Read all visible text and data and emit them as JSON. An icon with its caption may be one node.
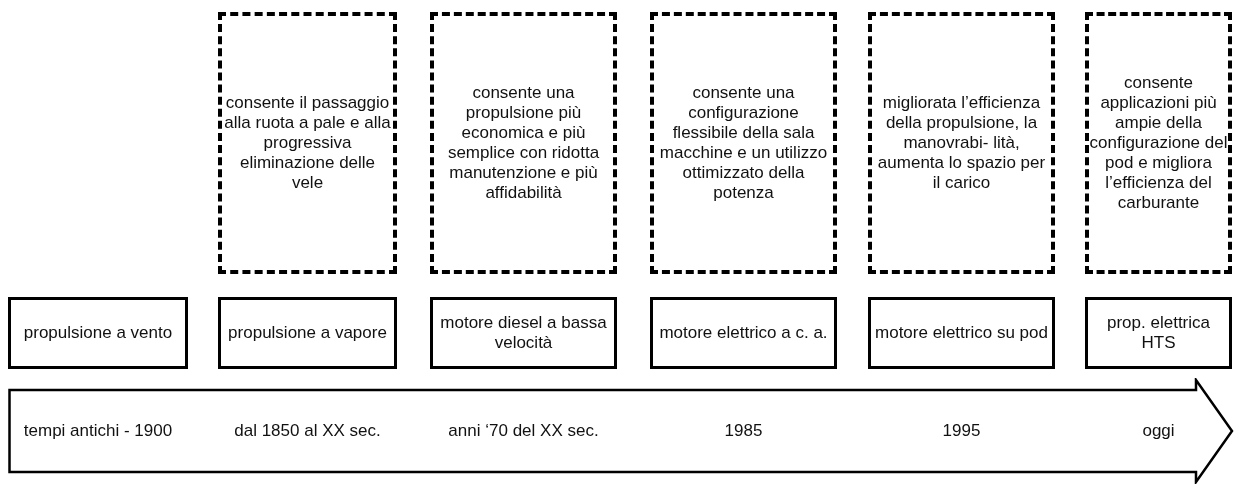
{
  "diagram": {
    "nodes": [
      {
        "text": [
          "consente il passaggio alla ruota a pale e alla progressiva eliminazione delle vele"
        ]
      },
      {
        "text": [
          "consente una propulsione più economica e più semplice con ridotta manutenzione e più affidabilità"
        ]
      },
      {
        "text": [
          "consente una configurazione flessibile della sala macchine e un utilizzo ottimizzato della potenza"
        ]
      },
      {
        "text": [
          "migliorata l’efficienza della propulsione, la manovrabi- lità, aumenta lo spazio per il carico"
        ]
      },
      {
        "text": [
          "consente applicazioni più ampie della configurazione del pod e migliora l’efficienza del carburante"
        ]
      },
      {
        "text": [
          "propulsione a vento"
        ]
      },
      {
        "text": [
          "propulsione a vapore"
        ]
      },
      {
        "text": [
          "motore diesel a bassa velocità"
        ]
      },
      {
        "text": [
          "motore elettrico a c. a."
        ]
      },
      {
        "text": [
          "motore elettrico su pod"
        ]
      },
      {
        "text": [
          "prop. elettrica HTS"
        ]
      },
      {
        "text": [
          "tempi antichi - 1900",
          "dal 1850 al XX sec.",
          "anni ‘70 del XX sec.",
          "1985",
          "1995",
          "oggi"
        ]
      }
    ],
    "edges": []
  }
}
